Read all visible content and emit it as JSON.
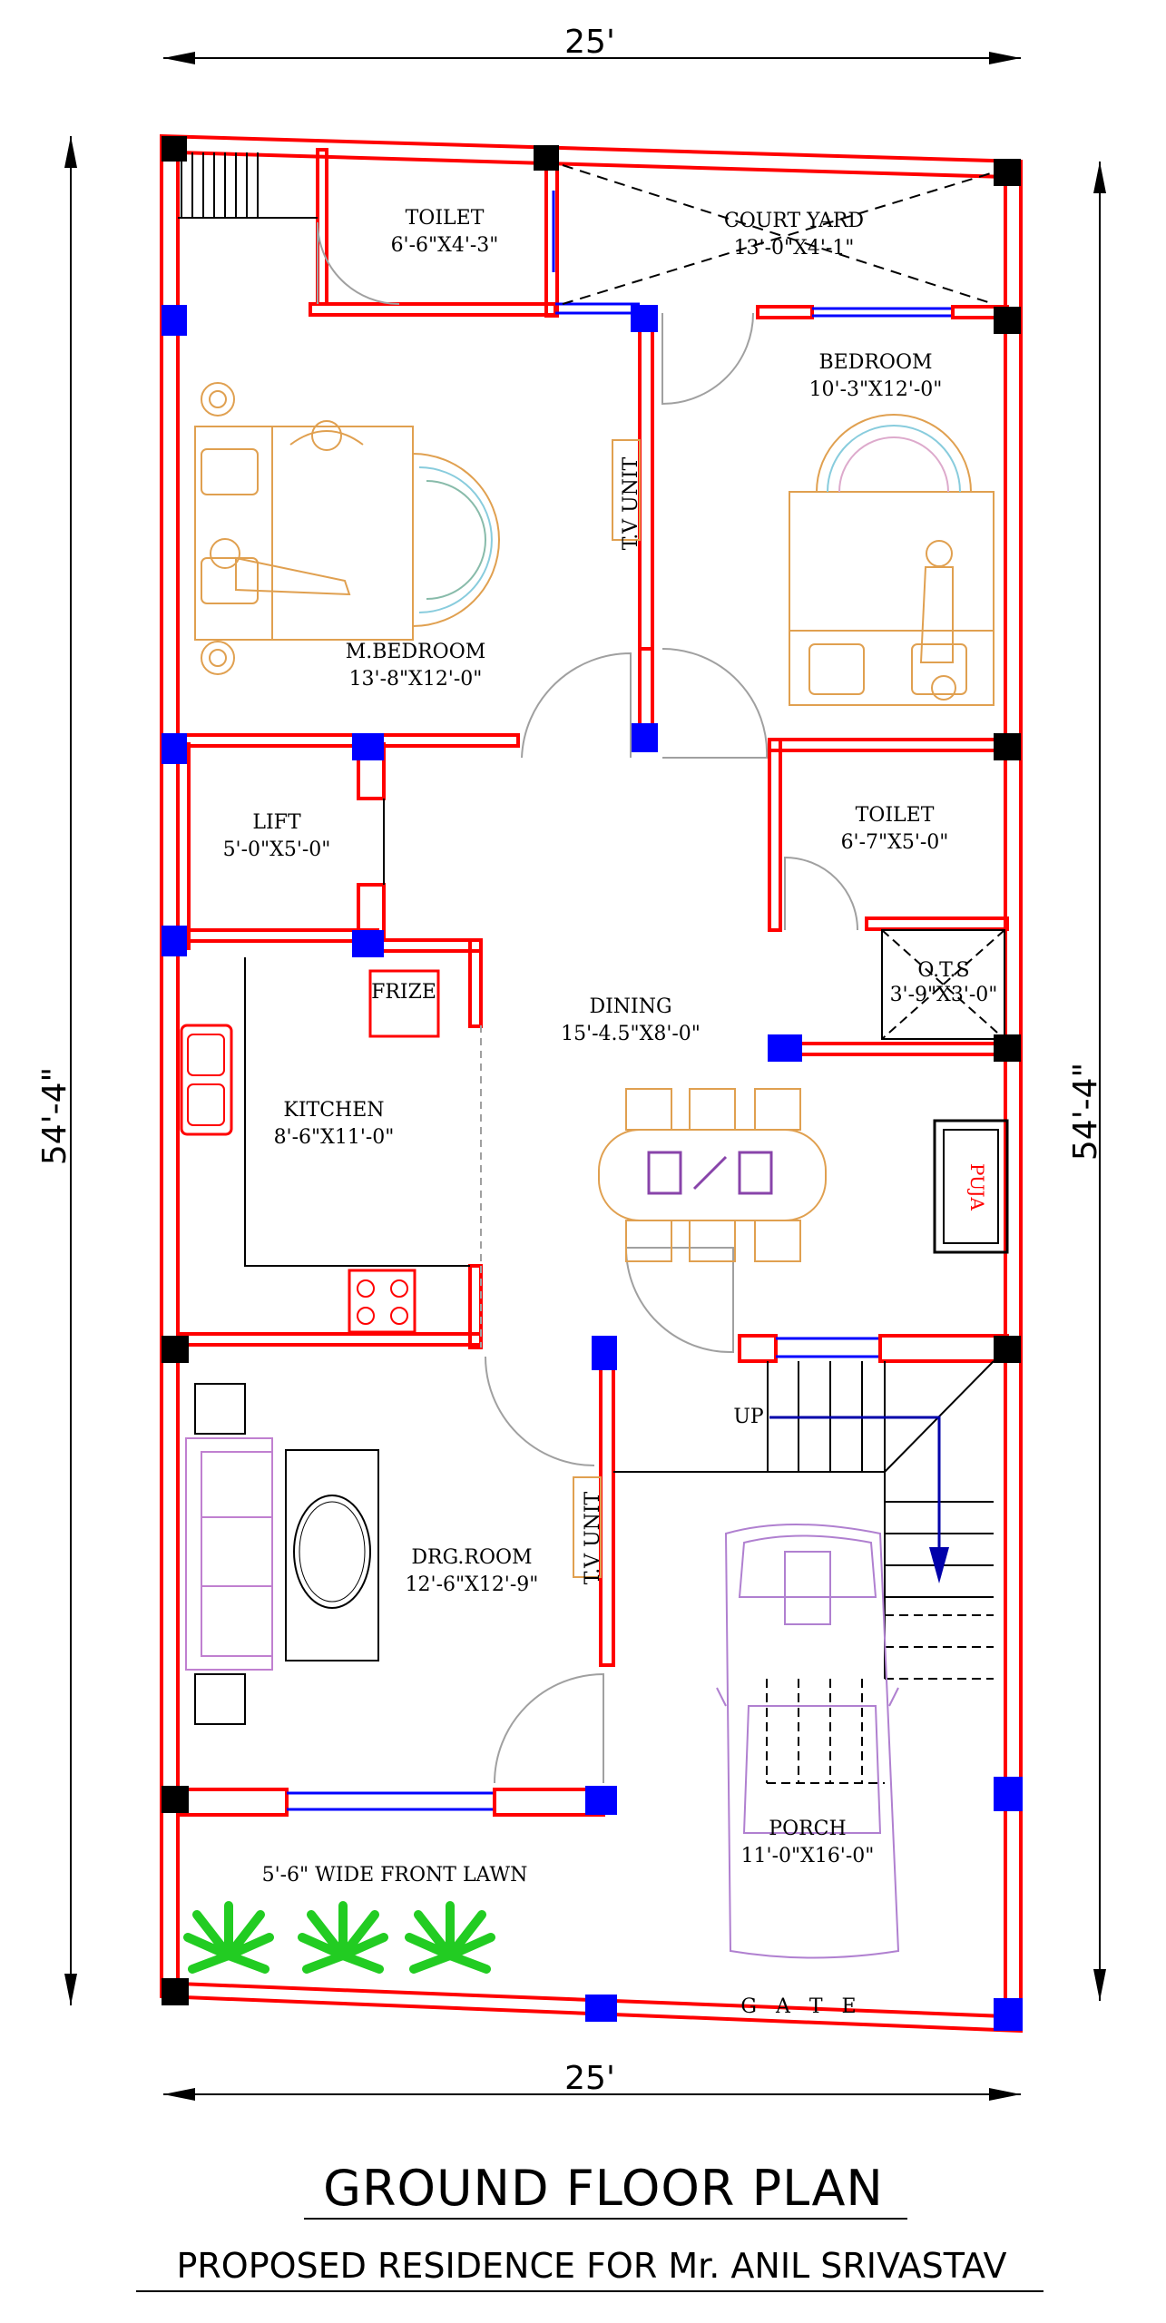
{
  "dimensions": {
    "top_width": "25'",
    "bottom_width": "25'",
    "left_depth": "54'-4\"",
    "right_depth": "54'-4\""
  },
  "rooms": {
    "toilet_1": {
      "name": "TOILET",
      "size": "6'-6\"X4'-3\""
    },
    "court_yard": {
      "name": "COURT YARD",
      "size": "13'-0\"X4'-1\""
    },
    "bedroom": {
      "name": "BEDROOM",
      "size": "10'-3\"X12'-0\""
    },
    "m_bedroom": {
      "name": "M.BEDROOM",
      "size": "13'-8\"X12'-0\""
    },
    "lift": {
      "name": "LIFT",
      "size": "5'-0\"X5'-0\""
    },
    "toilet_2": {
      "name": "TOILET",
      "size": "6'-7\"X5'-0\""
    },
    "ots": {
      "name": "O.T.S",
      "size": "3'-9\"X3'-0\""
    },
    "dining": {
      "name": "DINING",
      "size": "15'-4.5\"X8'-0\""
    },
    "kitchen": {
      "name": "KITCHEN",
      "size": "8'-6\"X11'-0\""
    },
    "drg_room": {
      "name": "DRG.ROOM",
      "size": "12'-6\"X12'-9\""
    },
    "porch": {
      "name": "PORCH",
      "size": "11'-0\"X16'-0\""
    }
  },
  "labels": {
    "tv_unit_1": "T.V UNIT",
    "tv_unit_2": "T.V UNIT",
    "frize": "FRIZE",
    "puja": "PUJA",
    "up": "UP",
    "front_lawn": "5'-6\" WIDE FRONT LAWN",
    "gate": "G   A   T   E"
  },
  "colors": {
    "wall": "#ff0000",
    "column_black": "#000000",
    "column_blue": "#0000ff",
    "furniture": "#e0a050",
    "car": "#b080d0",
    "stair_arrow": "#0000aa",
    "plant": "#22cc22"
  },
  "title": "GROUND FLOOR PLAN",
  "subtitle": "PROPOSED RESIDENCE FOR Mr. ANIL SRIVASTAV"
}
